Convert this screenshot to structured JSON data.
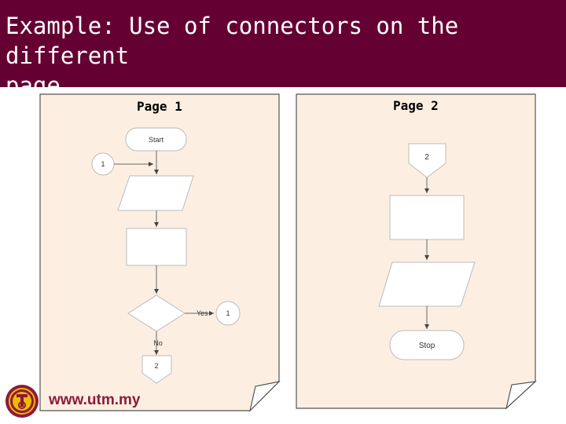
{
  "slide": {
    "title": "Example: Use of connectors on the different\npage."
  },
  "page1": {
    "label": "Page 1",
    "start_label": "Start",
    "incoming_connector": "1",
    "yes_label": "Yes",
    "no_label": "No",
    "yes_connector": "1",
    "offpage_connector": "2"
  },
  "page2": {
    "label": "Page 2",
    "offpage_connector": "2",
    "stop_label": "Stop"
  },
  "footer": {
    "url": "www.utm.my"
  },
  "colors": {
    "title_bar": "#650033",
    "page_fill": "#fcefe2",
    "brand": "#8c1a3a"
  }
}
